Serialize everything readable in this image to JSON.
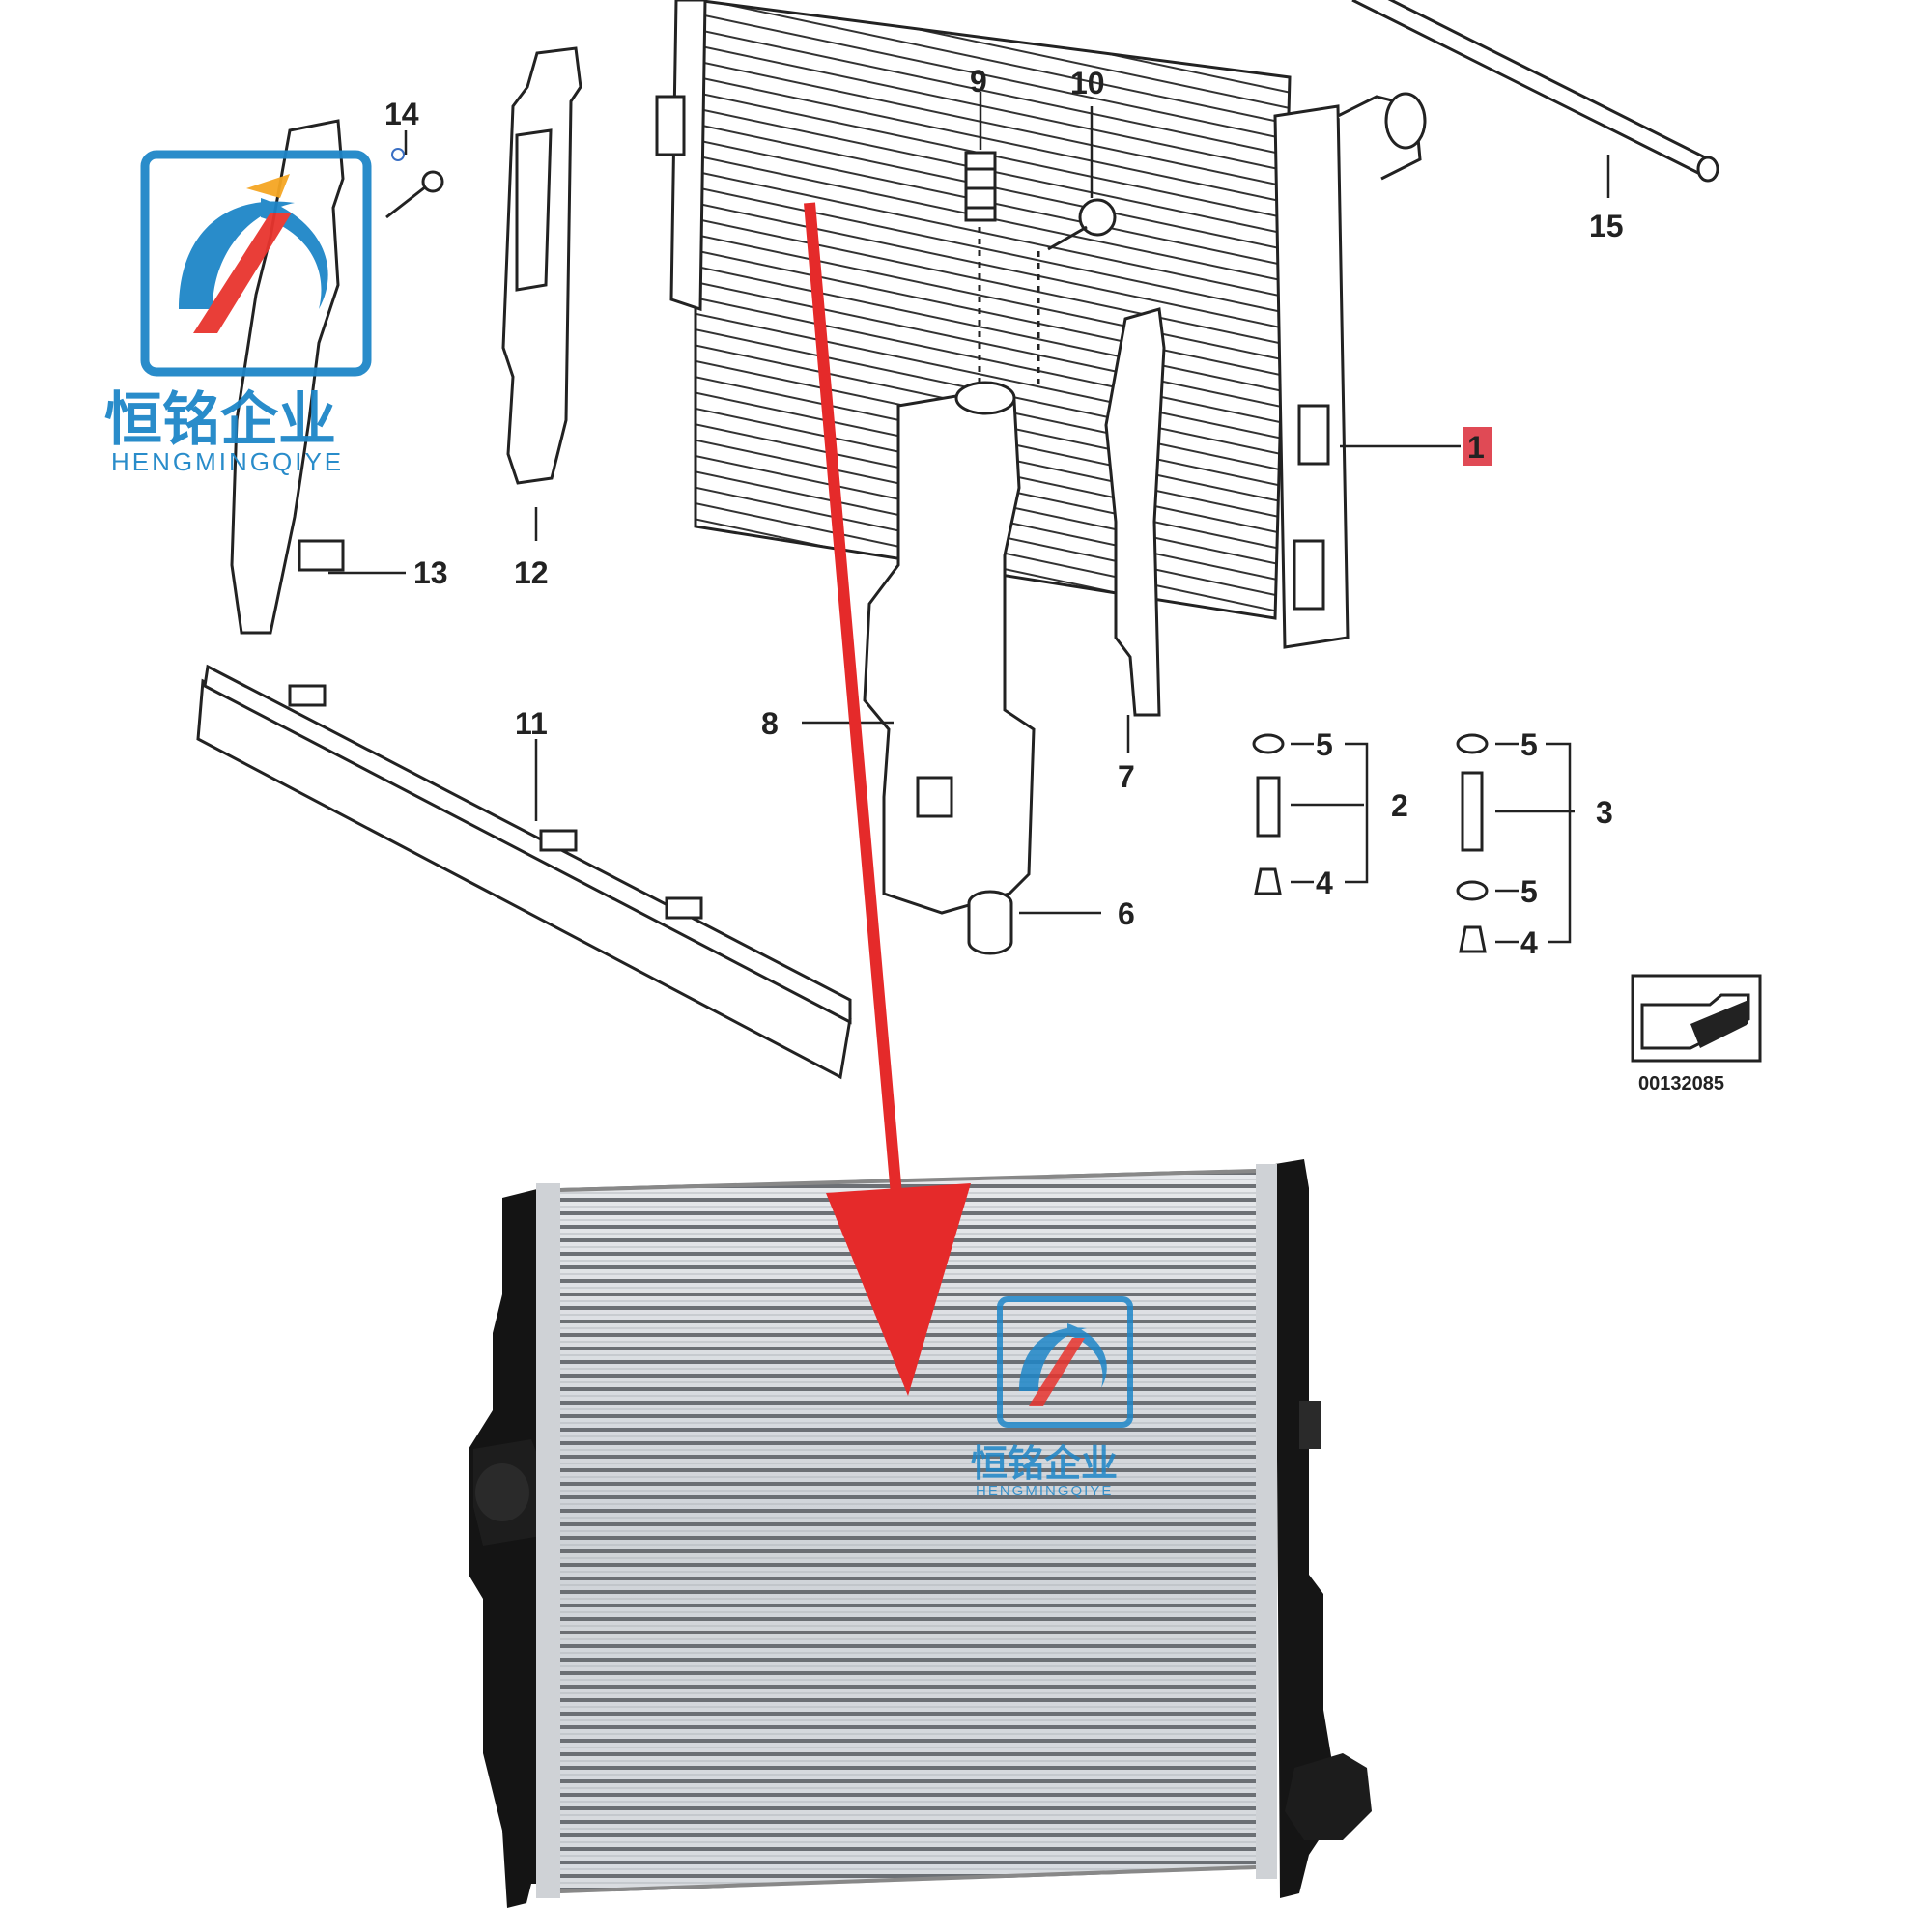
{
  "diagram": {
    "callouts": {
      "c1": "1",
      "c2": "2",
      "c3": "3",
      "c4a": "4",
      "c4b": "4",
      "c5a": "5",
      "c5b": "5",
      "c5c": "5",
      "c6": "6",
      "c7": "7",
      "c8": "8",
      "c9": "9",
      "c10": "10",
      "c11": "11",
      "c12": "12",
      "c13": "13",
      "c14": "14",
      "c15": "15"
    },
    "catalog_number": "00132085",
    "highlight_color": "#e04a55",
    "arrow_color": "#e52a2a"
  },
  "watermark": {
    "chinese_text": "恒铭企业",
    "latin_text": "HENGMINGQIYE",
    "brand_color": "#1e86c8",
    "accent_color": "#e8342e"
  }
}
